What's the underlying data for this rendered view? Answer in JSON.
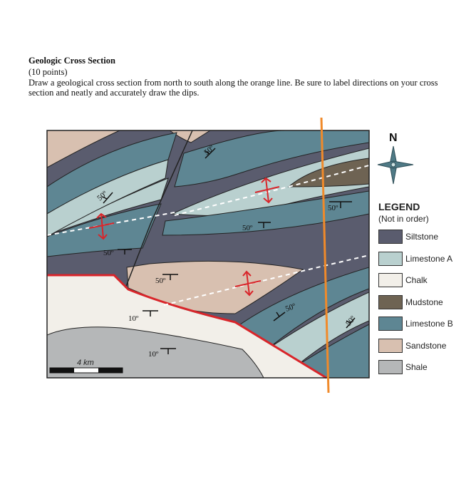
{
  "question": {
    "title": "Geologic Cross Section",
    "points": "(10 points)",
    "instructions": "Draw a geological cross section from north to south along the orange line.  Be sure to label directions on your cross section and neatly and accurately draw the dips."
  },
  "map": {
    "north_label": "N",
    "scale_label": "4 km",
    "dips": {
      "d1": "50º",
      "d2": "50º",
      "d3": "50º",
      "d4": "50º",
      "d5": "50º",
      "d6": "50º",
      "d7": "10º",
      "d8": "10º",
      "d9": "50º",
      "d10": "50º"
    }
  },
  "legend": {
    "title": "LEGEND",
    "subtitle": "(Not in order)",
    "items": [
      {
        "label": "Siltstone",
        "color": "#5a5c6e"
      },
      {
        "label": "Limestone A",
        "color": "#b9d0cf"
      },
      {
        "label": "Chalk",
        "color": "#f2efe9"
      },
      {
        "label": "Mudstone",
        "color": "#6e6353"
      },
      {
        "label": "Limestone B",
        "color": "#5e8693"
      },
      {
        "label": "Sandstone",
        "color": "#d8c0b0"
      },
      {
        "label": "Shale",
        "color": "#b5b7b8"
      }
    ]
  },
  "colors": {
    "fault": "#d9252a",
    "section_line": "#f08a2a",
    "fold_axis": "#ffffff"
  }
}
